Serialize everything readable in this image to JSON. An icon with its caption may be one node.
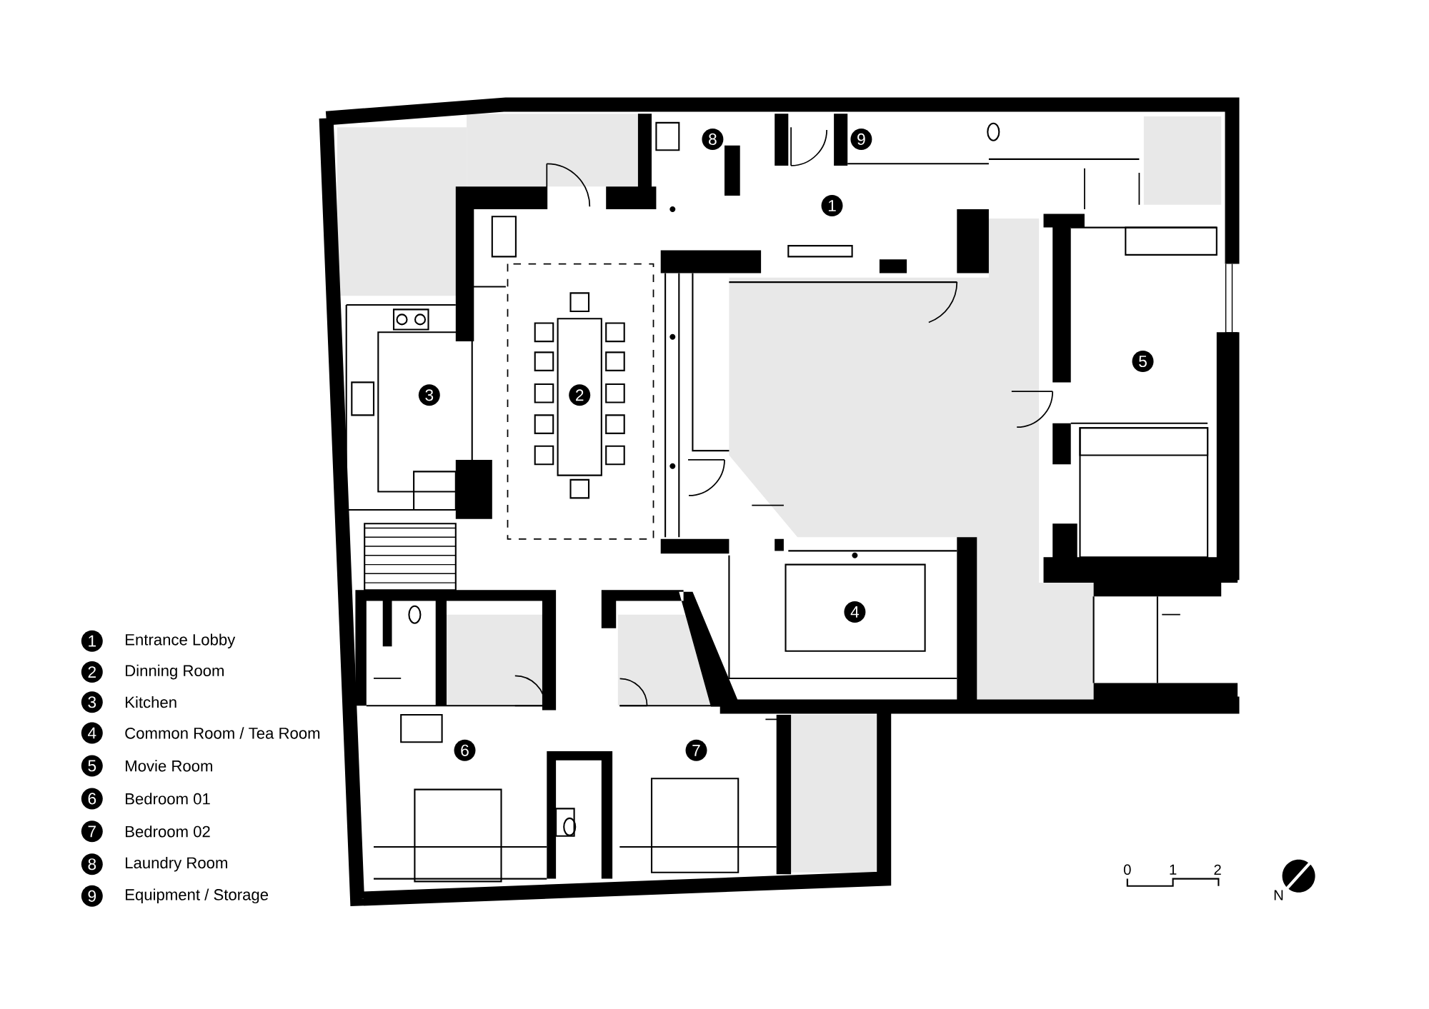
{
  "diagram": {
    "nodes": [
      {
        "text": [
          "1"
        ]
      },
      {
        "text": [
          "2"
        ]
      },
      {
        "text": [
          "3"
        ]
      },
      {
        "text": [
          "4"
        ]
      },
      {
        "text": [
          "5"
        ]
      },
      {
        "text": [
          "6"
        ]
      },
      {
        "text": [
          "7"
        ]
      },
      {
        "text": [
          "8"
        ]
      },
      {
        "text": [
          "9"
        ]
      },
      {
        "text": [
          "1"
        ],
        "beside": [
          "Entrance Lobby"
        ]
      },
      {
        "text": [
          "2"
        ],
        "beside": [
          "Dinning Room"
        ]
      },
      {
        "text": [
          "3"
        ],
        "beside": [
          "Kitchen"
        ]
      },
      {
        "text": [
          "4"
        ],
        "beside": [
          "Common Room / Tea Room"
        ]
      },
      {
        "text": [
          "5"
        ],
        "beside": [
          "Movie Room"
        ]
      },
      {
        "text": [
          "6"
        ],
        "beside": [
          "Bedroom 01"
        ]
      },
      {
        "text": [
          "7"
        ],
        "beside": [
          "Bedroom 02"
        ]
      },
      {
        "text": [
          "8"
        ],
        "beside": [
          "Laundry Room"
        ]
      },
      {
        "text": [
          "9"
        ],
        "beside": [
          "Equipment / Storage"
        ]
      }
    ],
    "edges": [],
    "labels": [
      "0",
      "1",
      "2",
      "N"
    ]
  }
}
